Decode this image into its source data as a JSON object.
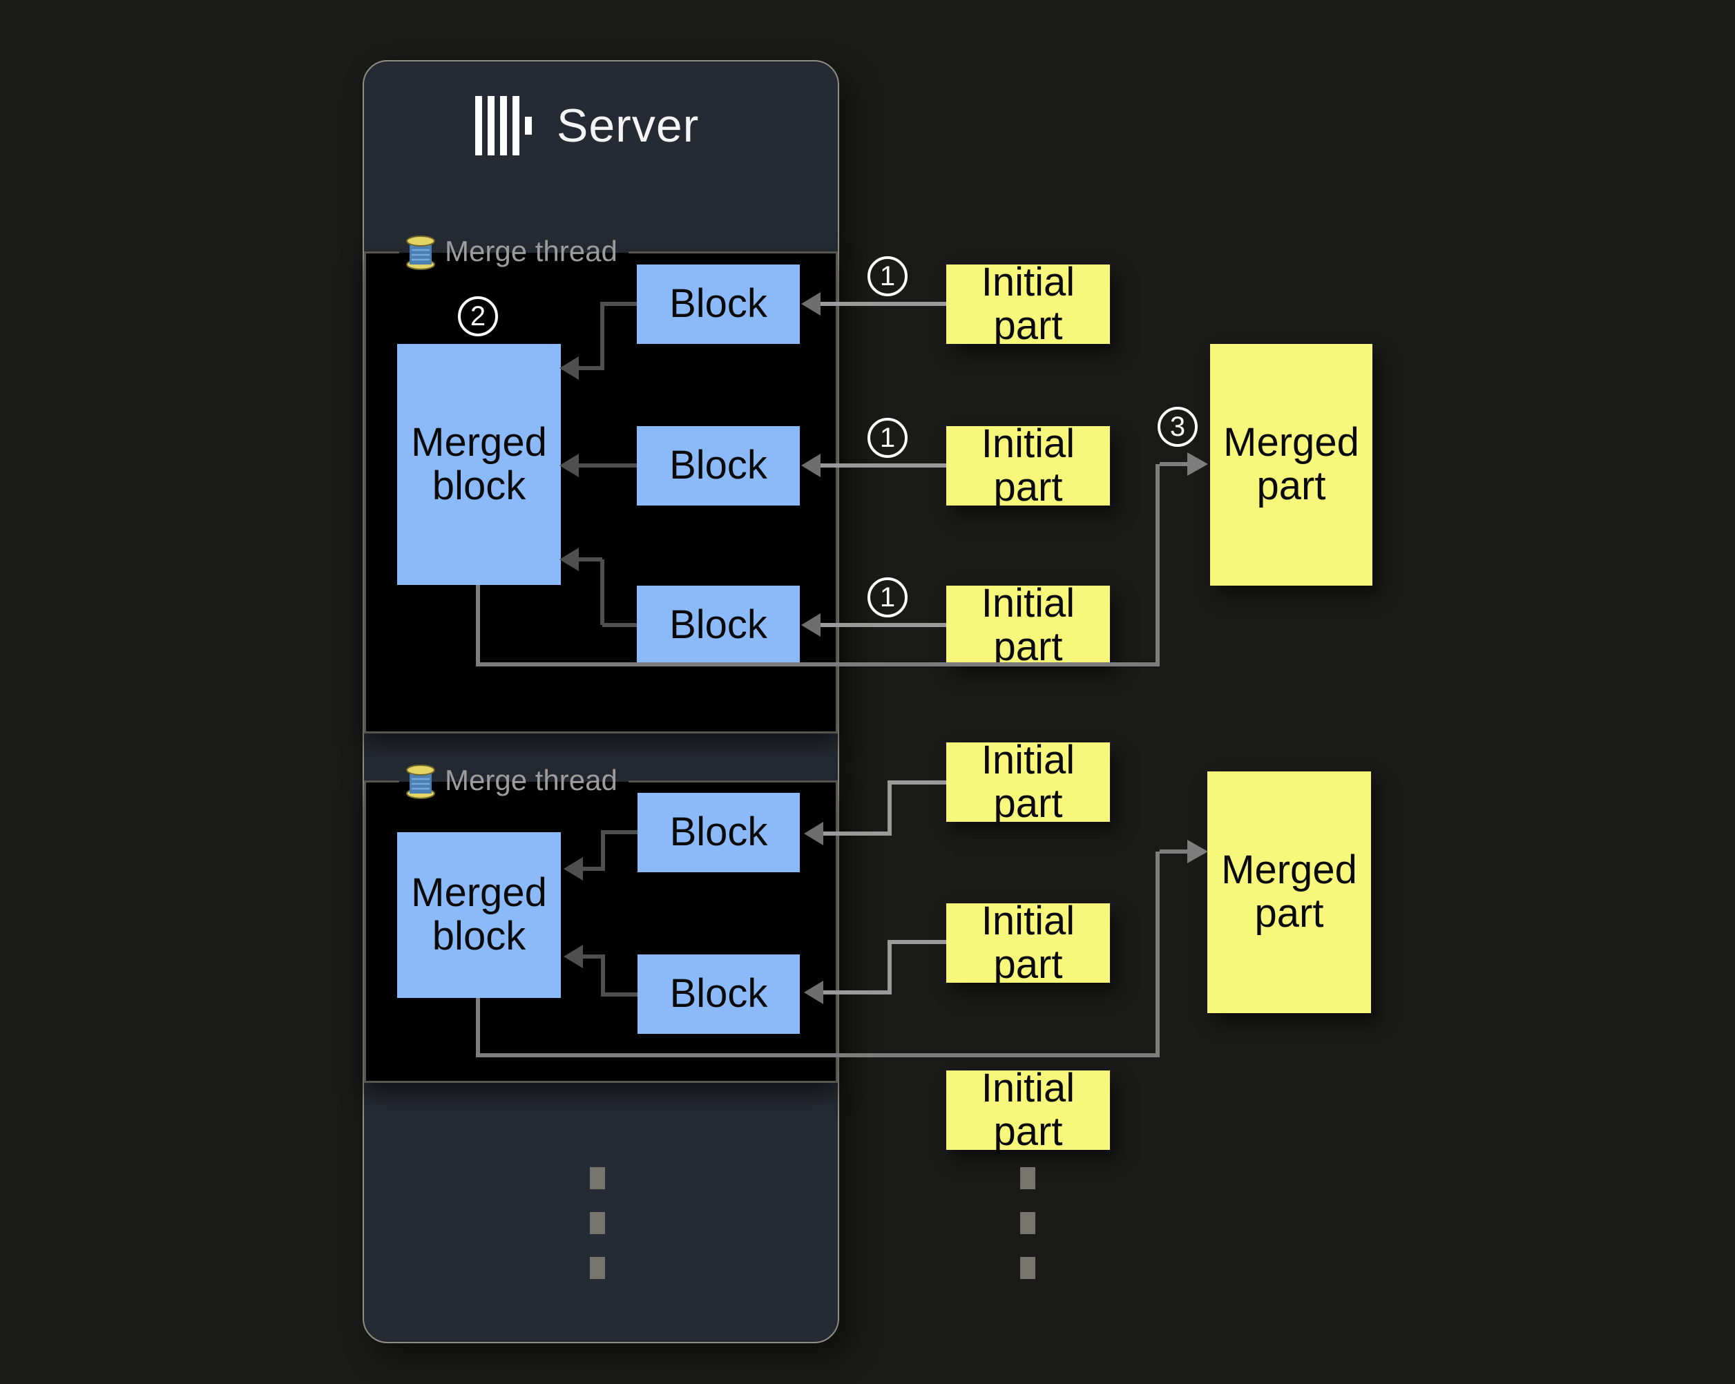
{
  "server": {
    "title": "Server",
    "logo_icon": "clickhouse-logo"
  },
  "thread1": {
    "label": "Merge thread",
    "icon": "thread-spool",
    "merged_block": "Merged block",
    "blocks": [
      "Block",
      "Block",
      "Block"
    ]
  },
  "thread2": {
    "label": "Merge thread",
    "icon": "thread-spool",
    "merged_block": "Merged block",
    "blocks": [
      "Block",
      "Block"
    ]
  },
  "column1": {
    "initial_parts": [
      "Initial part",
      "Initial part",
      "Initial part"
    ],
    "merged_part": "Merged part"
  },
  "column2": {
    "initial_parts": [
      "Initial part",
      "Initial part",
      "Initial part"
    ],
    "merged_part": "Merged part"
  },
  "steps": {
    "one": "1",
    "two": "2",
    "three": "3"
  },
  "colors": {
    "background": "#1a1a19",
    "panel": "#262a32",
    "panel_border": "#8f8e80",
    "thread_box": "#000000",
    "thread_box_border": "#56564e",
    "block_blue": "#8cbaf8",
    "part_yellow": "#f6f77b",
    "label_gray": "#9c9c9c",
    "connector_dark": "#4f4f4f",
    "connector_light": "#9a9a9a",
    "title_white": "#f5f5f5"
  }
}
